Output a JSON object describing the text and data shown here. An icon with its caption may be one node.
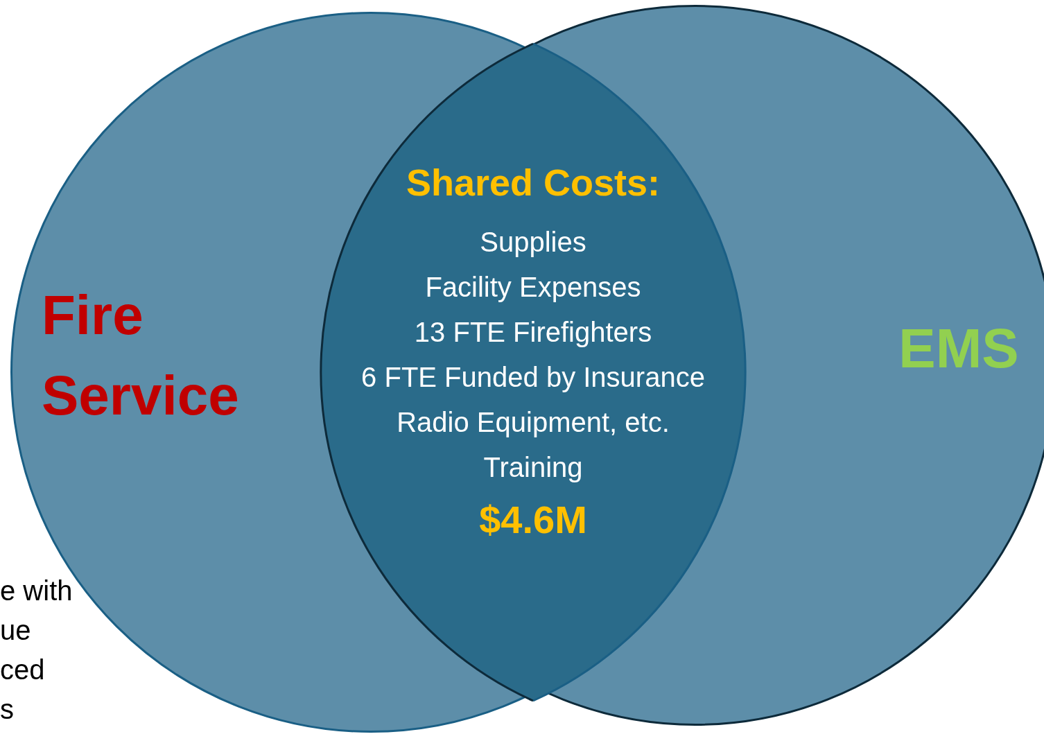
{
  "diagram": {
    "nodes": [
      {
        "text": [
          "Fire Service"
        ]
      },
      {
        "text": [
          "EMS"
        ]
      },
      {
        "text": [
          "Shared Costs:",
          "Supplies",
          "Facility Expenses",
          "13 FTE Firefighters",
          "6 FTE Funded by Insurance",
          "Radio Equipment, etc.",
          "Training",
          "$4.6M"
        ]
      }
    ],
    "edges": [],
    "labels": [
      "e with",
      "ue",
      "ced",
      "s"
    ]
  }
}
